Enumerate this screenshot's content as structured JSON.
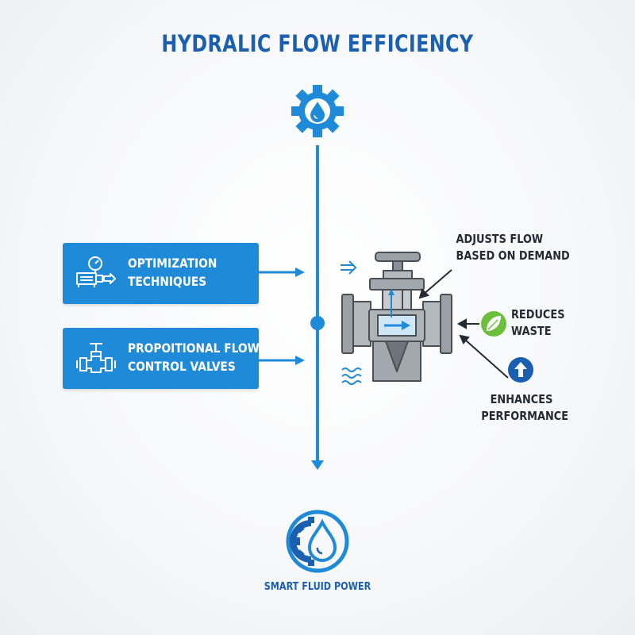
{
  "title": "HYDRALIC FLOW EFFICIENCY",
  "boxes": [
    {
      "line1": "OPTIMIZATION",
      "line2": "TECHNIQUES",
      "icon": "pump-gauge-icon"
    },
    {
      "line1": "PROPOITIONAL FLOW",
      "line2": "CONTROL VALVES",
      "icon": "valve-icon"
    }
  ],
  "callouts": {
    "adjusts": {
      "line1": "ADJUSTS FLOW",
      "line2": "BASED ON DEMAND"
    },
    "reduces": {
      "line1": "REDUCES",
      "line2": "WASTE",
      "icon": "leaf-icon"
    },
    "enhances": {
      "line1": "ENHANCES",
      "line2": "PERFORMANCE",
      "icon": "up-arrow-icon"
    }
  },
  "footer": {
    "label": "SMART FLUID POWER",
    "icon": "gear-droplet-icon"
  },
  "colors": {
    "title": "#1a5fb0",
    "accent_blue": "#1f8ad8",
    "valve_gray": "#9aa0a6",
    "leaf_green": "#6cbf3c",
    "dark_text": "#262b33"
  }
}
